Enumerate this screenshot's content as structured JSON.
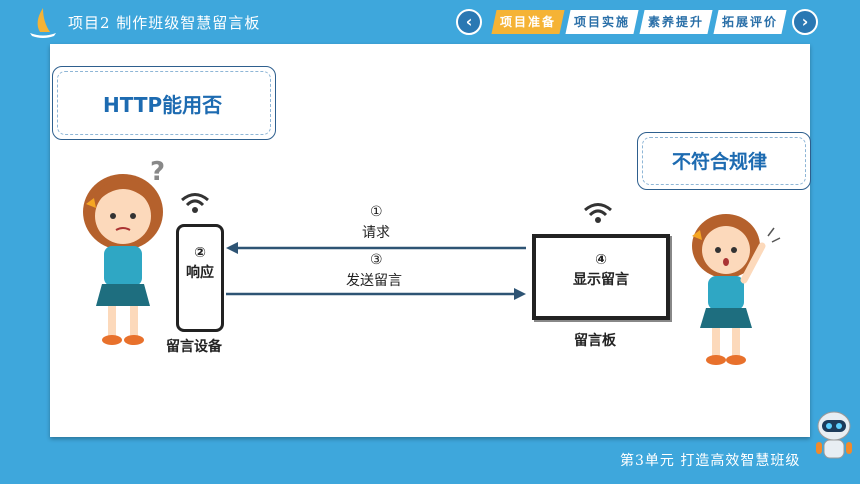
{
  "header": {
    "title": "项目2  制作班级智慧留言板",
    "nav_prev": "‹",
    "nav_next": "›",
    "tabs": [
      {
        "label": "项目准备",
        "active": true
      },
      {
        "label": "项目实施",
        "active": false
      },
      {
        "label": "素养提升",
        "active": false
      },
      {
        "label": "拓展评价",
        "active": false
      }
    ]
  },
  "slide": {
    "question_bubble": "HTTP能用否",
    "answer_bubble": "不符合规律",
    "phone_label": "② 响应",
    "phone_caption": "留言设备",
    "board_label": "④ 显示留言",
    "board_caption": "留言板",
    "request_num": "①",
    "request_text": "请求",
    "send_num": "③",
    "send_text": "发送留言"
  },
  "footer": {
    "text": "第3单元  打造高效智慧班级"
  },
  "colors": {
    "background": "#3ea7dc",
    "accent": "#f5b335",
    "bubble_text": "#1d6bb1",
    "arrow": "#2e5474"
  }
}
